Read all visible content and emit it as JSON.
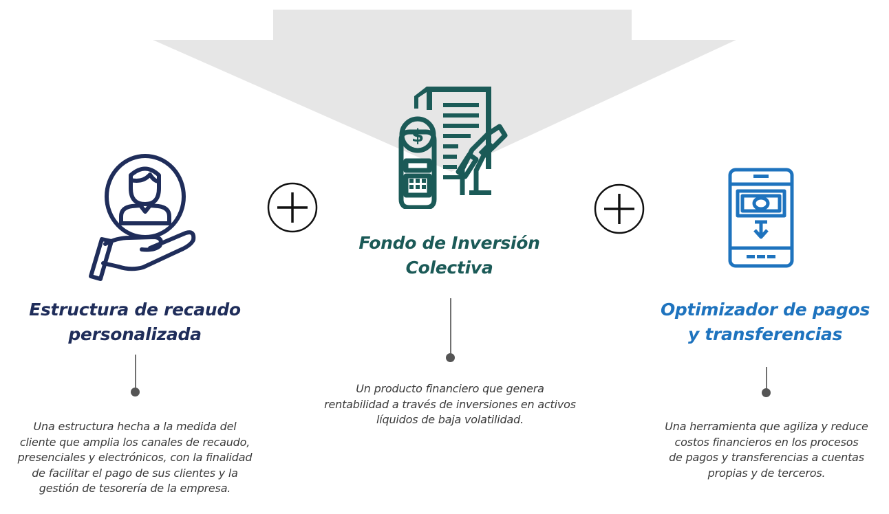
{
  "colors": {
    "navy": "#1f2d5a",
    "teal": "#1b5a57",
    "blue": "#1e73be",
    "arrow_gray": "#e6e6e6",
    "connector": "#707070",
    "text": "#3a3a3a"
  },
  "left": {
    "icon": "hand-person-icon",
    "title_lines": [
      "Estructura de recaudo",
      "personalizada"
    ],
    "description_lines": [
      "Una estructura hecha a la medida del",
      "cliente que amplia los canales de recaudo,",
      "presenciales y electrónicos, con la finalidad",
      "de facilitar el pago de sus clientes y la",
      "gestión de tesorería de la empresa."
    ]
  },
  "center": {
    "icon": "investment-document-icon",
    "title_lines": [
      "Fondo de Inversión",
      "Colectiva"
    ],
    "description_lines": [
      "Un producto financiero que genera",
      "rentabilidad a través de inversiones en activos",
      "líquidos de baja volatilidad."
    ]
  },
  "right": {
    "icon": "mobile-payment-icon",
    "title_lines": [
      "Optimizador de pagos",
      "y transferencias"
    ],
    "description_lines": [
      "Una herramienta que agiliza y reduce",
      "costos financieros en los procesos",
      "de pagos y transferencias a cuentas",
      "propias y de terceros."
    ]
  },
  "separators": [
    "plus-icon",
    "plus-icon"
  ]
}
